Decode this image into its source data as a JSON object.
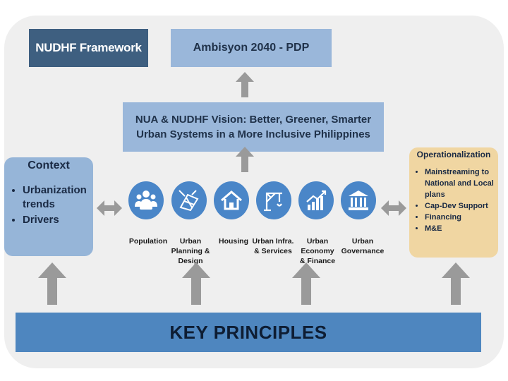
{
  "framework": {
    "label": "NUDHF Framework"
  },
  "ambisyon": {
    "label": "Ambisyon 2040 - PDP"
  },
  "vision": {
    "line1": "NUA & NUDHF Vision: Better, Greener, Smarter",
    "line2": "Urban Systems in a More Inclusive Philippines"
  },
  "context": {
    "title": "Context",
    "items": [
      "Urbanization trends",
      "Drivers"
    ]
  },
  "operationalization": {
    "title": "Operationalization",
    "items": [
      "Mainstreaming to National and Local plans",
      "Cap-Dev Support",
      "Financing",
      "M&E"
    ]
  },
  "sectors": [
    {
      "icon": "population-icon",
      "label": "Population"
    },
    {
      "icon": "urban-planning-icon",
      "label": "Urban\nPlanning &\nDesign"
    },
    {
      "icon": "housing-icon",
      "label": "Housing"
    },
    {
      "icon": "crane-icon",
      "label": "Urban Infra.\n& Services"
    },
    {
      "icon": "economy-chart-icon",
      "label": "Urban\nEconomy\n& Finance"
    },
    {
      "icon": "governance-building-icon",
      "label": "Urban\nGovernance"
    }
  ],
  "key_principles": {
    "label": "KEY PRINCIPLES"
  },
  "colors": {
    "dark_box": "#3e5f80",
    "light_box": "#9ab7da",
    "circle": "#4a86c8",
    "operationalization": "#f0d6a2",
    "key_bar": "#4e86bf",
    "arrow": "#9a9a9a"
  }
}
